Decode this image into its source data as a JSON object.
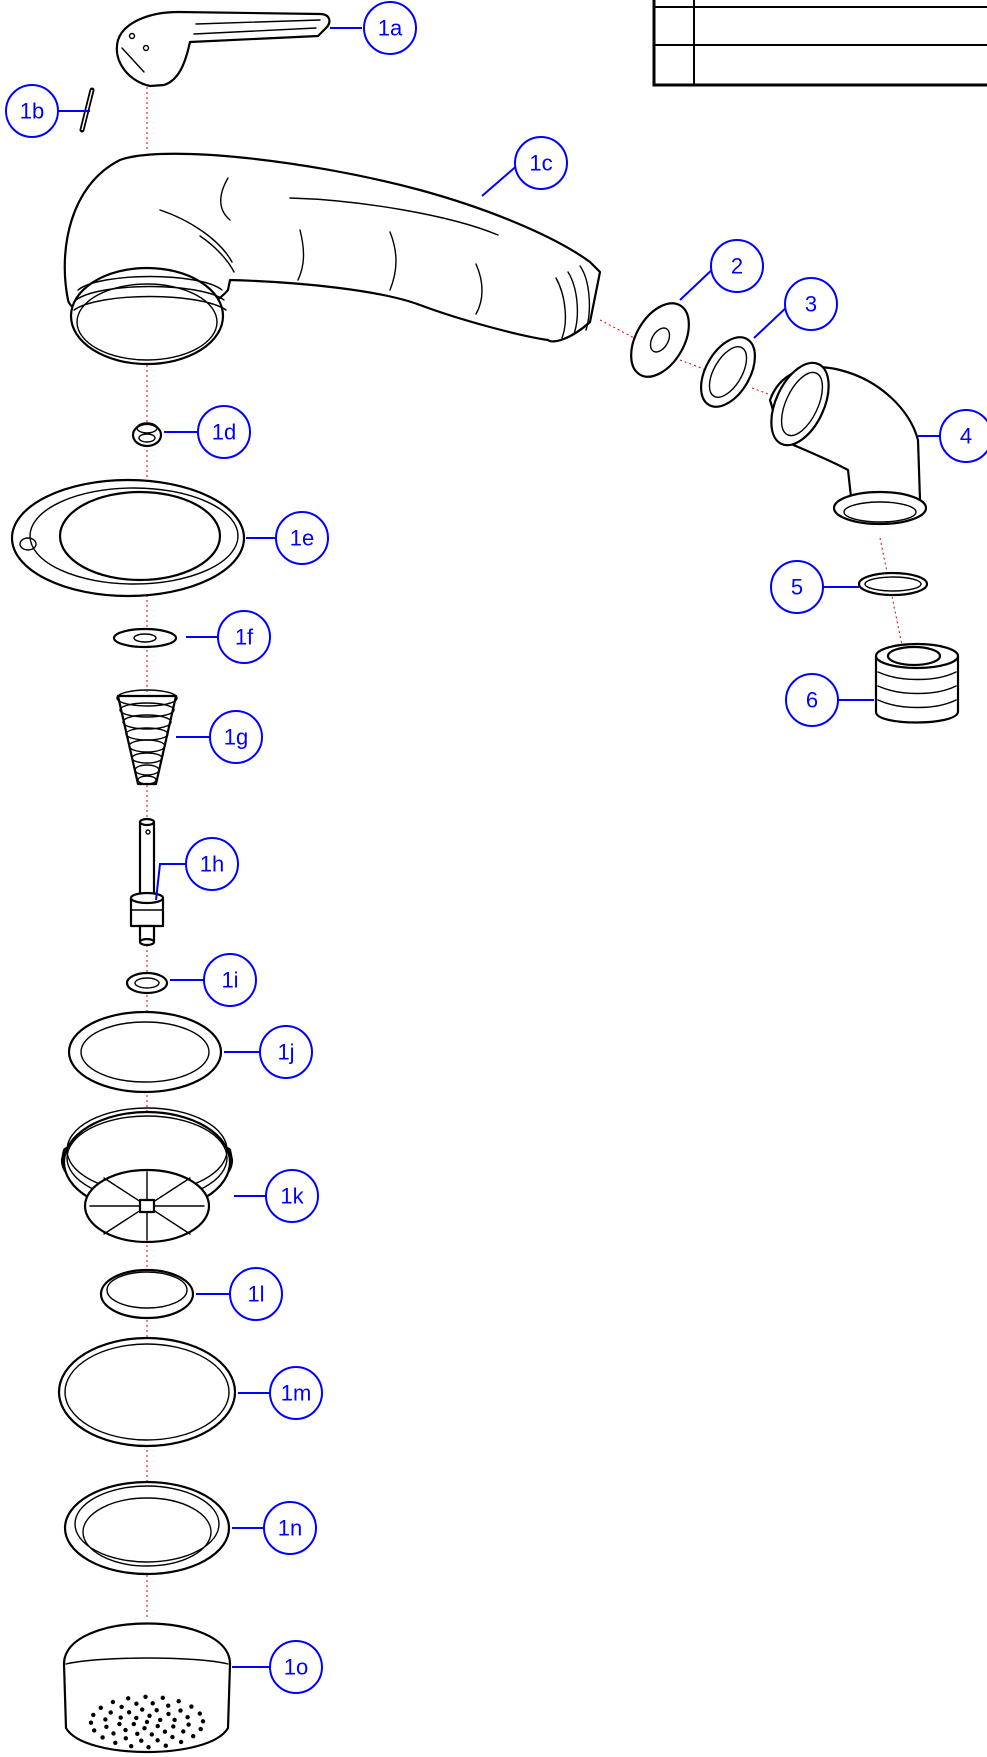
{
  "callouts": {
    "1a": "1a",
    "1b": "1b",
    "1c": "1c",
    "1d": "1d",
    "1e": "1e",
    "1f": "1f",
    "1g": "1g",
    "1h": "1h",
    "1i": "1i",
    "1j": "1j",
    "1k": "1k",
    "1l": "1l",
    "1m": "1m",
    "1n": "1n",
    "1o": "1o",
    "2": "2",
    "3": "3",
    "4": "4",
    "5": "5",
    "6": "6"
  },
  "colors": {
    "callout": "#0000ff",
    "assembly_axis": "#e00000",
    "line_art": "#000000"
  }
}
